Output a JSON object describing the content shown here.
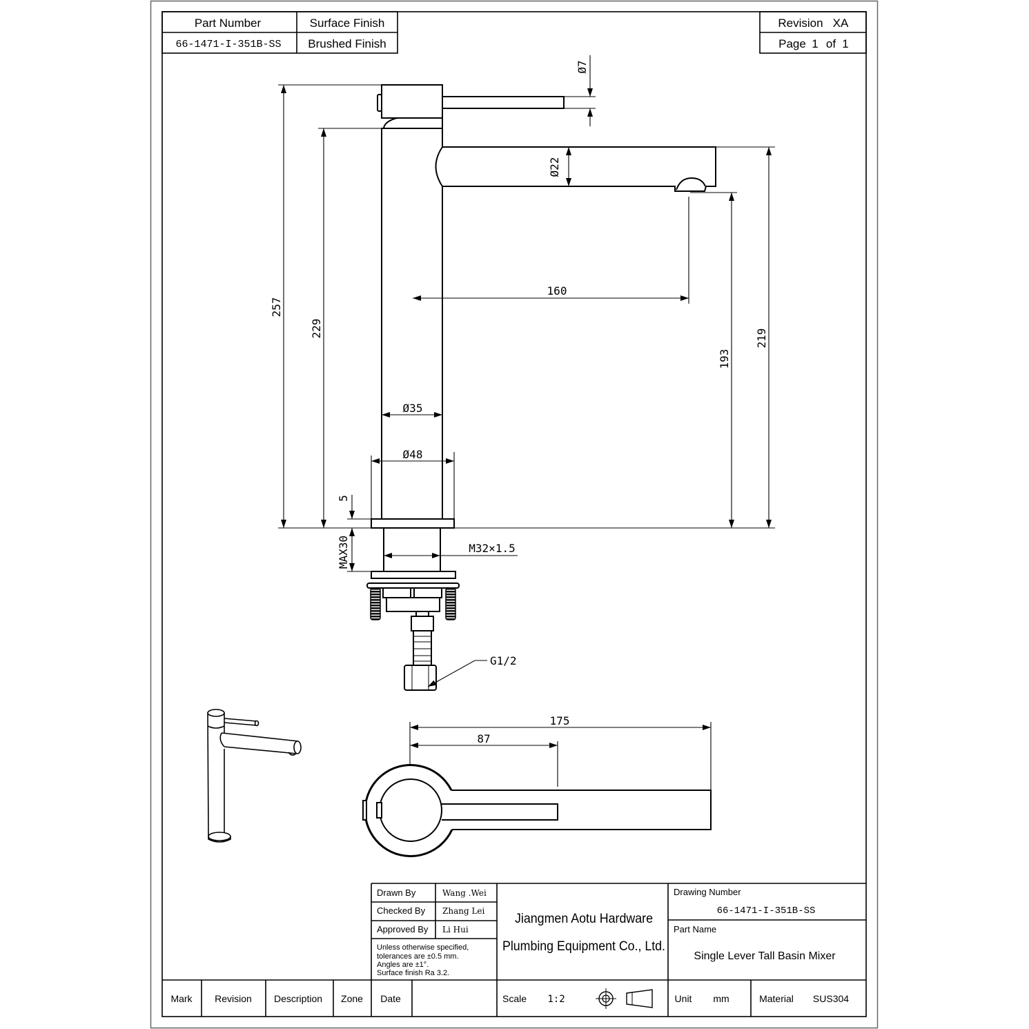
{
  "header": {
    "part_number_label": "Part Number",
    "surface_finish_label": "Surface Finish",
    "part_number": "66-1471-I-351B-SS",
    "surface_finish": "Brushed Finish",
    "revision_label": "Revision",
    "revision": "XA",
    "page_label": "Page",
    "page_current": "1",
    "page_of": "of",
    "page_total": "1"
  },
  "dimensions": {
    "overall_height": "257",
    "body_height": "229",
    "outlet_height": "193",
    "spout_height": "219",
    "spout_reach": "160",
    "lever_diameter": "Ø7",
    "spout_diameter": "Ø22",
    "body_diameter": "Ø35",
    "base_diameter": "Ø48",
    "base_thickness": "5",
    "max_deck_thickness": "MAX30",
    "shank_thread": "M32×1.5",
    "inlet_thread": "G1/2",
    "top_overall_length": "175",
    "top_lever_length": "87"
  },
  "title_block": {
    "drawn_by_label": "Drawn By",
    "drawn_by": "Wang .Wei",
    "checked_by_label": "Checked By",
    "checked_by": "Zhang Lei",
    "approved_by_label": "Approved By",
    "approved_by": "Li Hui",
    "notes": [
      "Unless otherwise specified,",
      "tolerances are ±0.5 mm.",
      "Angles are ±1°.",
      "Surface finish Ra 3.2."
    ],
    "company_line1": "Jiangmen Aotu Hardware",
    "company_line2": "Plumbing Equipment Co., Ltd.",
    "drawing_number_label": "Drawing Number",
    "drawing_number": "66-1471-I-351B-SS",
    "part_name_label": "Part Name",
    "part_name": "Single Lever Tall Basin Mixer"
  },
  "revision_row": {
    "mark_label": "Mark",
    "revision_label": "Revision",
    "description_label": "Description",
    "zone_label": "Zone",
    "date_label": "Date",
    "scale_label": "Scale",
    "scale": "1:2",
    "projection_icon": "projection-symbol-icon",
    "unit_label": "Unit",
    "unit": "mm",
    "material_label": "Material",
    "material": "SUS304"
  }
}
